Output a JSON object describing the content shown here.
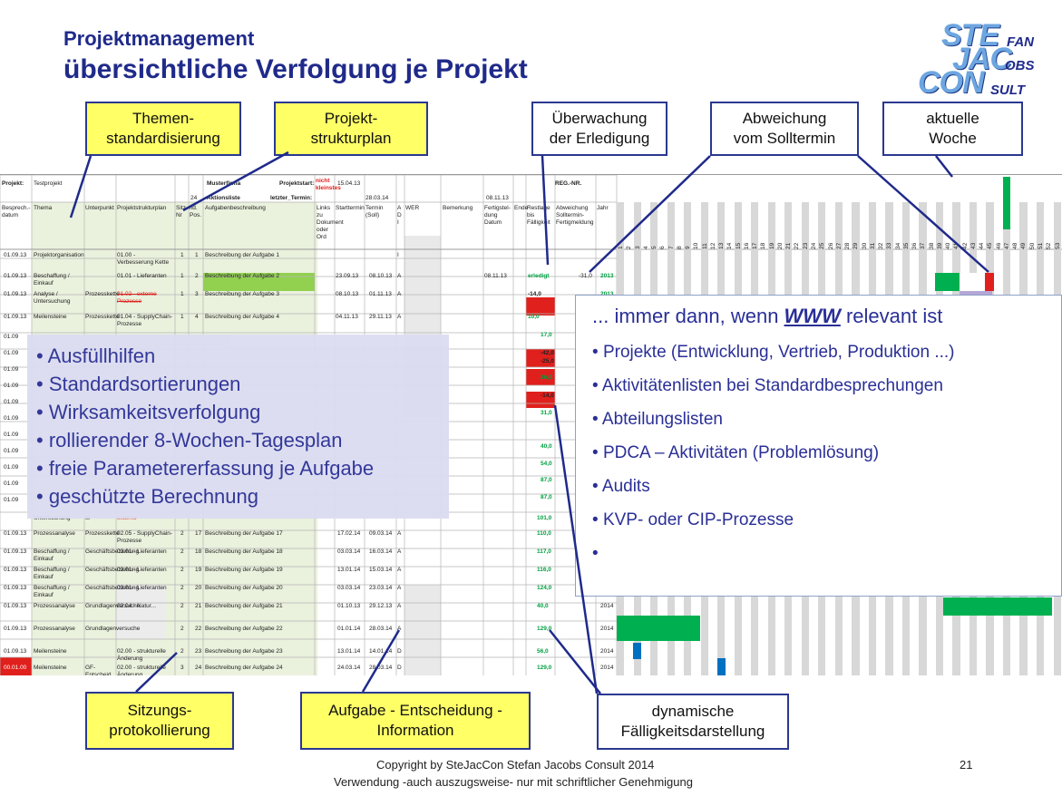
{
  "slide": {
    "title1": "Projektmanagement",
    "title2": "übersichtliche Verfolgung je Projekt",
    "page_number": "21",
    "footer_line1": "Copyright by SteJacCon Stefan Jacobs Consult 2014",
    "footer_line2": "Verwendung -auch auszugsweise- nur mit schriftlicher Genehmigung"
  },
  "logo": {
    "line1": "STE",
    "line1b": "FAN",
    "line2": "JAC",
    "line2b": "OBS",
    "line3": "CON",
    "line3b": "SULT"
  },
  "callouts": {
    "themen": [
      "Themen-",
      "standardisierung"
    ],
    "projekt": [
      "Projekt-",
      "strukturplan"
    ],
    "ueberwachung": [
      "Überwachung",
      "der Erledigung"
    ],
    "abweichung": [
      "Abweichung",
      "vom Solltermin"
    ],
    "woche": [
      "aktuelle",
      "Woche"
    ],
    "sitzung": [
      "Sitzungs-",
      "protokollierung"
    ],
    "aufgabe": [
      "Aufgabe - Entscheidung -",
      "Information"
    ],
    "dynamisch": [
      "dynamische",
      "Fälligkeitsdarstellung"
    ]
  },
  "features": [
    "Ausfüllhilfen",
    "Standardsortierungen",
    "Wirksamkeitsverfolgung",
    "rollierender 8-Wochen-Tagesplan",
    "freie Parametererfassung je Aufgabe",
    "geschützte Berechnung"
  ],
  "www": {
    "head_prefix": "... immer dann, wenn ",
    "head_www": "WWW",
    "head_suffix": " relevant ist",
    "items": [
      "Projekte (Entwicklung, Vertrieb, Produktion ...)",
      "Aktivitätenlisten bei Standardbesprechungen",
      "Abteilungslisten",
      "PDCA – Aktivitäten (Problemlösung)",
      "Audits",
      "KVP- oder CIP-Prozesse",
      ""
    ]
  },
  "sheet": {
    "projekt_label": "Projekt:",
    "projekt_value": "Testprojekt",
    "musterfirma": "Musterfirma",
    "projektstart_label": "Projektstart:",
    "nicht_kleinstes": "nicht kleinstes",
    "projektstart_date": "15.04.13",
    "aktionsliste": "Aktionsliste",
    "letzter_termin": "letzter_Termin:",
    "count24": "24",
    "date_top1": "28.03.14",
    "date_top2": "08.11.13",
    "reg_nr": "REG.-NR.",
    "headers": [
      "Besprech.-datum",
      "Thema",
      "Unterpunkt",
      "Projektstrukturplan",
      "Sitz.-Nr",
      "lfd. Pos.",
      "Aufgabenbeschreibung",
      "Links zu Dokument oder Ord",
      "Starttermin",
      "Termin (Soll)",
      "A D I",
      "WER",
      "Bemerkung",
      "Fertigstel-dung Datum",
      "Ende",
      "Restlage bis Fälligkeit",
      "Abweichung Solltermin-Fertigmeldung",
      "Jahr"
    ],
    "week_numbers": [
      "1",
      "2",
      "3",
      "4",
      "5",
      "6",
      "7",
      "8",
      "9",
      "10",
      "11",
      "12",
      "13",
      "14",
      "15",
      "16",
      "17",
      "18",
      "19",
      "20",
      "21",
      "22",
      "23",
      "24",
      "25",
      "26",
      "27",
      "28",
      "29",
      "30",
      "31",
      "32",
      "33",
      "34",
      "35",
      "36",
      "37",
      "38",
      "39",
      "40",
      "41",
      "42",
      "43",
      "44",
      "45",
      "46",
      "47",
      "48",
      "49",
      "50",
      "51",
      "52",
      "53"
    ],
    "rows": [
      {
        "date": "01.09.13",
        "thema": "Projektorganisation",
        "unter": "",
        "psp": "01.00 - Verbesserung Kette",
        "sitz": "1",
        "pos": "1",
        "aufg": "Beschreibung der Aufgabe 1",
        "start": "",
        "soll": "",
        "adi": "I",
        "fertig": "",
        "rest": "",
        "abw": "",
        "jahr": ""
      },
      {
        "date": "01.09.13",
        "thema": "Beschaffung / Einkauf",
        "unter": "",
        "psp": "01.01 - Lieferanten",
        "sitz": "1",
        "pos": "2",
        "aufg": "Beschreibung der Aufgabe 2",
        "start": "23.09.13",
        "soll": "08.10.13",
        "adi": "A",
        "fertig": "08.11.13",
        "rest": "erledigt",
        "abw": "-31,0",
        "jahr": "2013"
      },
      {
        "date": "01.09.13",
        "thema": "Analyse / Untersuchung",
        "unter": "Prozesskette",
        "psp": "01.02 - externe Prozesse",
        "sitz": "1",
        "pos": "3",
        "aufg": "Beschreibung der Aufgabe 3",
        "start": "08.10.13",
        "soll": "01.11.13",
        "adi": "A",
        "fertig": "",
        "rest": "-14,0",
        "abw": "",
        "jahr": "2013"
      },
      {
        "date": "01.09.13",
        "thema": "Meilensteine",
        "unter": "Prozesskette",
        "psp": "01.04 - SupplyChain-Prozesse",
        "sitz": "1",
        "pos": "4",
        "aufg": "Beschreibung der Aufgabe 4",
        "start": "04.11.13",
        "soll": "29.11.13",
        "adi": "A",
        "fertig": "",
        "rest": "10,0",
        "abw": "",
        "jahr": ""
      }
    ],
    "lower_rows": [
      {
        "date": "",
        "thema": "Untersuchung",
        "unter": "te",
        "psp": "externe",
        "sitz": "",
        "pos": "",
        "aufg": "",
        "start": "",
        "soll": "",
        "adi": "",
        "rest": "101,0",
        "jahr": ""
      },
      {
        "date": "01.09.13",
        "thema": "Prozessanalyse",
        "unter": "Prozesskette",
        "psp": "02.05 - SupplyChain-Prozesse",
        "sitz": "2",
        "pos": "17",
        "aufg": "Beschreibung der Aufgabe 17",
        "start": "17.02.14",
        "soll": "09.03.14",
        "adi": "A",
        "rest": "110,0",
        "jahr": ""
      },
      {
        "date": "01.09.13",
        "thema": "Beschaffung / Einkauf",
        "unter": "Geschäftsbeziehung",
        "psp": "02.01 - Lieferanten",
        "sitz": "2",
        "pos": "18",
        "aufg": "Beschreibung der Aufgabe 18",
        "start": "03.03.14",
        "soll": "16.03.14",
        "adi": "A",
        "rest": "117,0",
        "jahr": ""
      },
      {
        "date": "01.09.13",
        "thema": "Beschaffung / Einkauf",
        "unter": "Geschäftsbeziehung",
        "psp": "02.01 - Lieferanten",
        "sitz": "2",
        "pos": "19",
        "aufg": "Beschreibung der Aufgabe 19",
        "start": "13.01.14",
        "soll": "15.03.14",
        "adi": "A",
        "rest": "116,0",
        "jahr": ""
      },
      {
        "date": "01.09.13",
        "thema": "Beschaffung / Einkauf",
        "unter": "Geschäftsbeziehung",
        "psp": "02.01 - Lieferanten",
        "sitz": "2",
        "pos": "20",
        "aufg": "Beschreibung der Aufgabe 20",
        "start": "03.03.14",
        "soll": "23.03.14",
        "adi": "A",
        "rest": "124,0",
        "jahr": ""
      },
      {
        "date": "01.09.13",
        "thema": "Prozessanalyse",
        "unter": "Grundlagenversuche",
        "psp": "02.04 - Natur...",
        "sitz": "2",
        "pos": "21",
        "aufg": "Beschreibung der Aufgabe 21",
        "start": "01.10.13",
        "soll": "29.12.13",
        "adi": "A",
        "rest": "40,0",
        "jahr": "2014"
      },
      {
        "date": "01.09.13",
        "thema": "Prozessanalyse",
        "unter": "Grundlagenversuche",
        "psp": "",
        "sitz": "2",
        "pos": "22",
        "aufg": "Beschreibung der Aufgabe 22",
        "start": "01.01.14",
        "soll": "28.03.14",
        "adi": "A",
        "rest": "129,0",
        "jahr": "2014"
      },
      {
        "date": "01.09.13",
        "thema": "Meilensteine",
        "unter": "",
        "psp": "02.00 - strukturelle Änderung",
        "sitz": "2",
        "pos": "23",
        "aufg": "Beschreibung der Aufgabe 23",
        "start": "13.01.14",
        "soll": "14.01.14",
        "adi": "D",
        "rest": "56,0",
        "jahr": "2014"
      },
      {
        "date": "00.01.00",
        "thema": "Meilensteine",
        "unter": "GF-Entscheid",
        "psp": "02.00 - strukturelle Änderung",
        "sitz": "3",
        "pos": "24",
        "aufg": "Beschreibung der Aufgabe 24",
        "start": "24.03.14",
        "soll": "28.03.14",
        "adi": "D",
        "rest": "129,0",
        "jahr": "2014"
      }
    ],
    "partial_dates": [
      "01.09",
      "01.09",
      "01.09",
      "01.09",
      "01.09",
      "01.09",
      "01.09",
      "01.09",
      "01.09",
      "01.09",
      "01.09"
    ],
    "partial_rest": [
      {
        "value": "17,0",
        "red": false
      },
      {
        "value": "-42,0",
        "red": true
      },
      {
        "value": "-25,0",
        "red": true
      },
      {
        "value": "26,0",
        "red": false
      },
      {
        "value": "-14,0",
        "red": true
      },
      {
        "value": "31,0",
        "red": false
      },
      {
        "value": "40,0",
        "red": false
      },
      {
        "value": "54,0",
        "red": false
      },
      {
        "value": "87,0",
        "red": false
      },
      {
        "value": "87,0",
        "red": false
      }
    ],
    "colors": {
      "green": "#00b050",
      "red": "#e0201c",
      "blue": "#0070c0",
      "lavender": "#b4a7d6",
      "light_green": "#92d050",
      "grey_stripe": "#d8d8d8"
    }
  }
}
